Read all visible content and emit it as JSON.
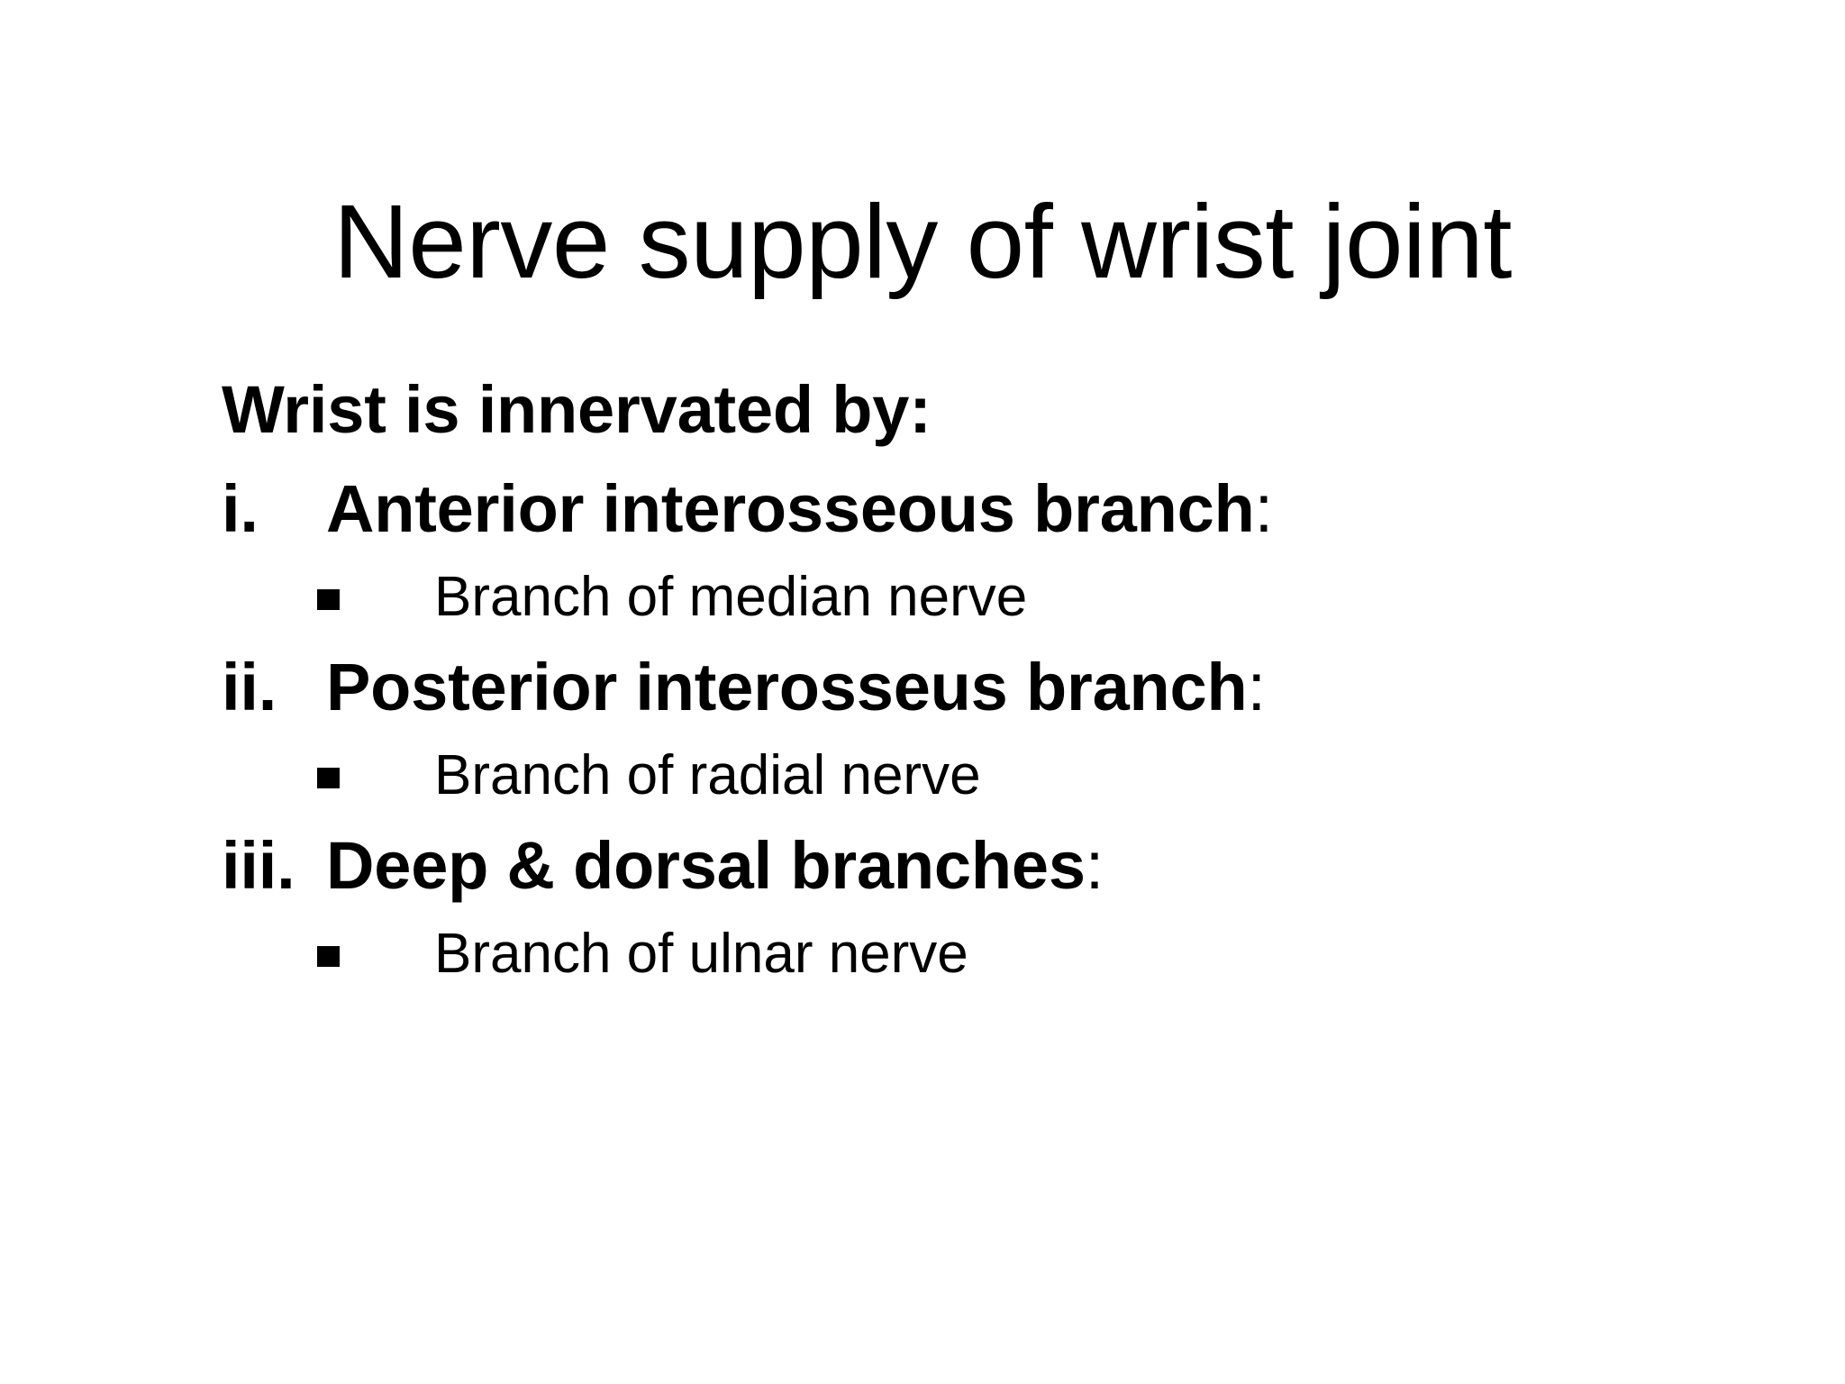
{
  "slide": {
    "background_color": "#FFFFFF",
    "text_color": "#000000",
    "title": "Nerve supply of wrist joint",
    "lead_line": "Wrist is innervated by:",
    "bullet_glyph": "square-bullet",
    "items": [
      {
        "marker": "i.",
        "text": "Anterior interosseous branch",
        "colon": ":",
        "sub": [
          {
            "bullet": "▪",
            "text": "Branch of median nerve"
          }
        ]
      },
      {
        "marker": "ii.",
        "text": "Posterior interosseus branch",
        "colon": ":",
        "sub": [
          {
            "bullet": "▪",
            "text": "Branch of radial nerve"
          }
        ]
      },
      {
        "marker": "iii.",
        "text": "Deep & dorsal branches",
        "colon": ":",
        "sub": [
          {
            "bullet": "▪",
            "text": "Branch of ulnar nerve"
          }
        ]
      }
    ]
  }
}
